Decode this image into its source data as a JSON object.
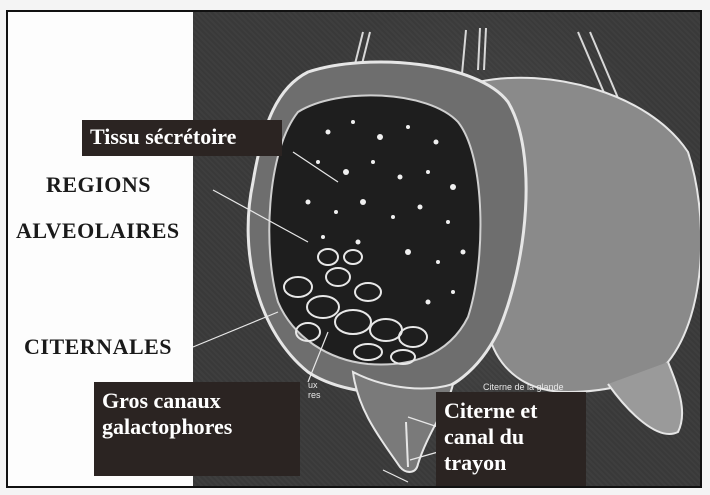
{
  "labels": {
    "tissu_secretoire": "Tissu sécrétoire",
    "regions": "REGIONS",
    "alveolaires": "ALVEOLAIRES",
    "citernales": "CITERNALES",
    "gros_canaux": "Gros canaux\ngalactophores",
    "citerne_canal": "Citerne et\ncanal du\ntrayon"
  },
  "captions": {
    "citerne_glande": "Citerne de la glande",
    "canaux_partial": "ux\nres"
  },
  "colors": {
    "label_background": "#2b2422",
    "label_text": "#ffffff",
    "dark_background": "#3a3a3a",
    "page_background": "#fdfdfd"
  }
}
